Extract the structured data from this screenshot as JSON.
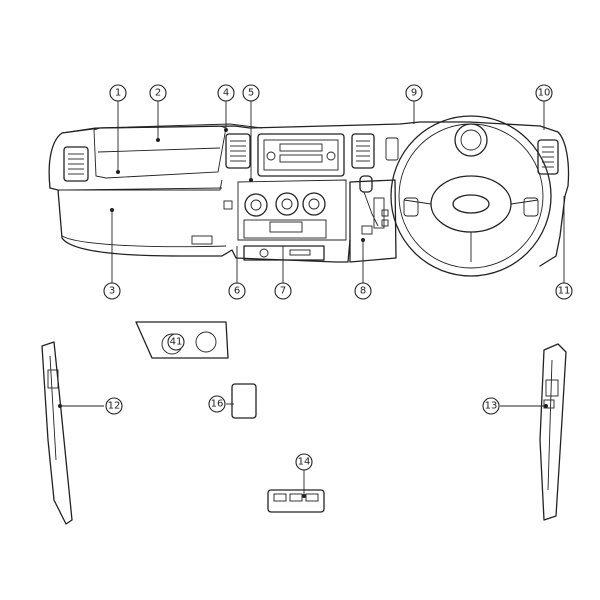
{
  "callouts": [
    {
      "id": "c1",
      "label": "1"
    },
    {
      "id": "c2",
      "label": "2"
    },
    {
      "id": "c3",
      "label": "3"
    },
    {
      "id": "c4",
      "label": "4"
    },
    {
      "id": "c5",
      "label": "5"
    },
    {
      "id": "c6",
      "label": "6"
    },
    {
      "id": "c7",
      "label": "7"
    },
    {
      "id": "c8",
      "label": "8"
    },
    {
      "id": "c9",
      "label": "9"
    },
    {
      "id": "c10",
      "label": "10"
    },
    {
      "id": "c11",
      "label": "11"
    },
    {
      "id": "c12",
      "label": "12"
    },
    {
      "id": "c13",
      "label": "13"
    },
    {
      "id": "c14",
      "label": "14"
    },
    {
      "id": "c16",
      "label": "16"
    },
    {
      "id": "c41",
      "label": "41"
    }
  ]
}
